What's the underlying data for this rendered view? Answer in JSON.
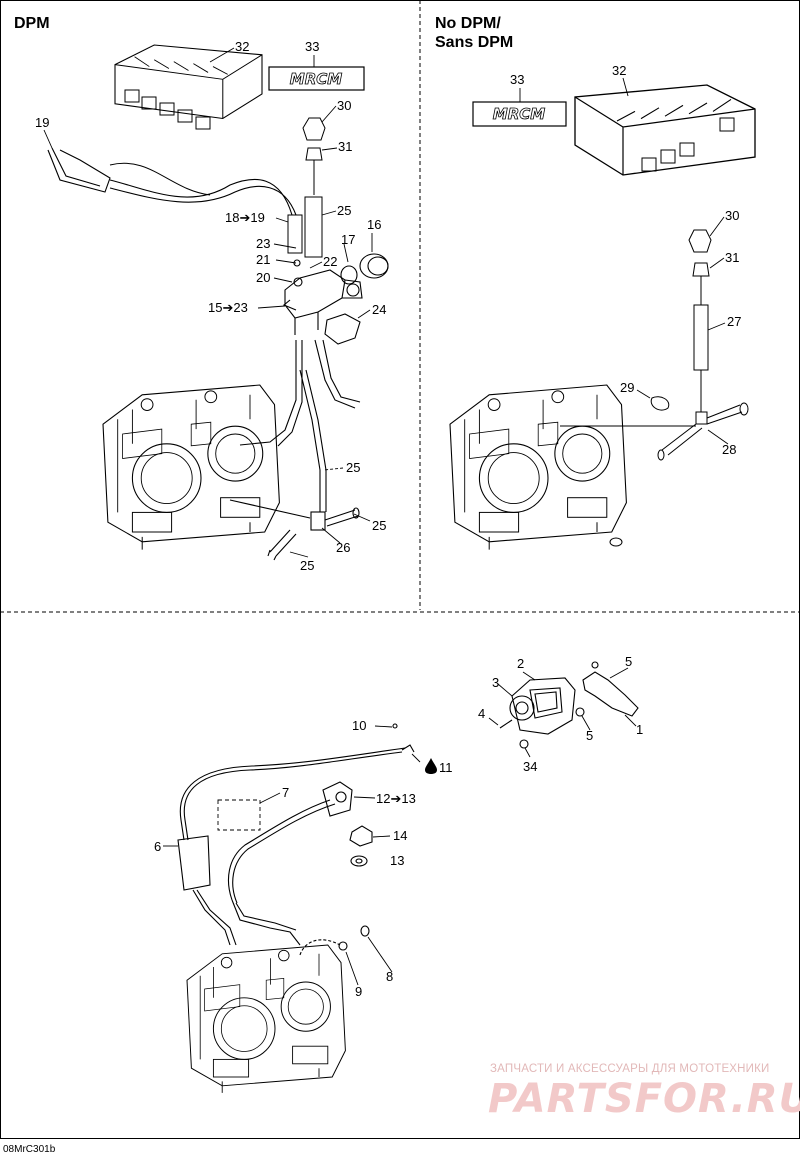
{
  "sections": {
    "dpm": "DPM",
    "no_dpm_line1": "No DPM/",
    "no_dpm_line2": "Sans DPM"
  },
  "labels": {
    "a32": "32",
    "a33": "33",
    "a30": "30",
    "a19": "19",
    "a31": "31",
    "a25a": "25",
    "a18_19": "18➔19",
    "a16": "16",
    "a17": "17",
    "a23": "23",
    "a21": "21",
    "a22": "22",
    "a20": "20",
    "a15_23": "15➔23",
    "a24": "24",
    "a25b": "25",
    "a25c": "25",
    "a26": "26",
    "a25d": "25",
    "b33": "33",
    "b32": "32",
    "b30": "30",
    "b31": "31",
    "b27": "27",
    "b29": "29",
    "b28": "28",
    "c5a": "5",
    "c2": "2",
    "c3": "3",
    "c4": "4",
    "c1": "1",
    "c5b": "5",
    "c34": "34",
    "c10": "10",
    "c11": "11",
    "c7": "7",
    "c12_13": "12➔13",
    "c6": "6",
    "c14": "14",
    "c13": "13",
    "c8": "8",
    "c9": "9"
  },
  "logo_text": "MRCM",
  "watermark": {
    "line1": "ЗАПЧАСТИ И АКСЕССУАРЫ ДЛЯ МОТОТЕХНИКИ",
    "line2": "PARTSFOR.RU"
  },
  "reference_code": "08MrC301b"
}
